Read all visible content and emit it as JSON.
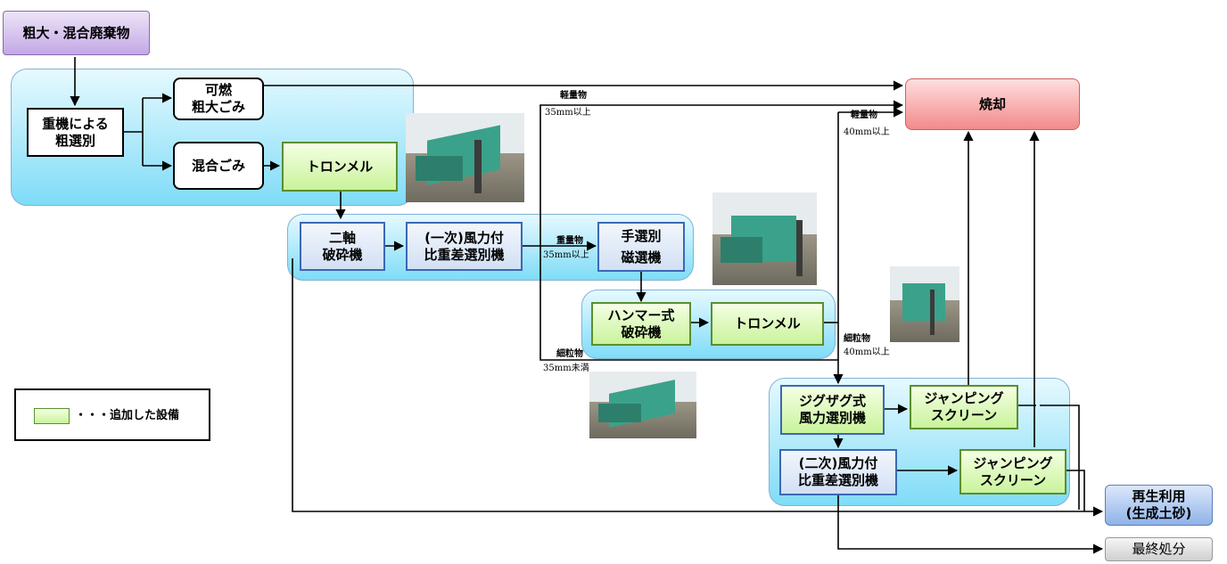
{
  "start": "粗大・混合廃棄物",
  "nodes": {
    "heavy_sort": "重機による\n粗選別",
    "combustible": "可燃\n粗大ごみ",
    "mixed": "混合ごみ",
    "trommel1": "トロンメル",
    "twin_shaft": "二軸\n破砕機",
    "wind1": "(一次)風力付\n比重差選別機",
    "hand_sort": "手選別",
    "magnetic": "磁選機",
    "hammer": "ハンマー式\n破砕機",
    "trommel2": "トロンメル",
    "zigzag": "ジグザグ式\n風力選別機",
    "jump1": "ジャンピング\nスクリーン",
    "wind2": "(二次)風力付\n比重差選別機",
    "jump2": "ジャンピング\nスクリーン",
    "incin": "焼却",
    "reuse": "再生利用\n(生成土砂)",
    "final": "最終処分"
  },
  "labels": {
    "light1": "軽量物",
    "light1_size": "35mm以上",
    "light2": "軽量物",
    "light2_size": "40mm以上",
    "heavy": "重量物",
    "heavy_size": "35mm以上",
    "fine1": "細粒物",
    "fine1_size": "35mm未満",
    "fine2": "細粒物",
    "fine2_size": "40mm以上"
  },
  "legend": {
    "text": "・・・追加した設備",
    "color": "#c9f39b"
  }
}
